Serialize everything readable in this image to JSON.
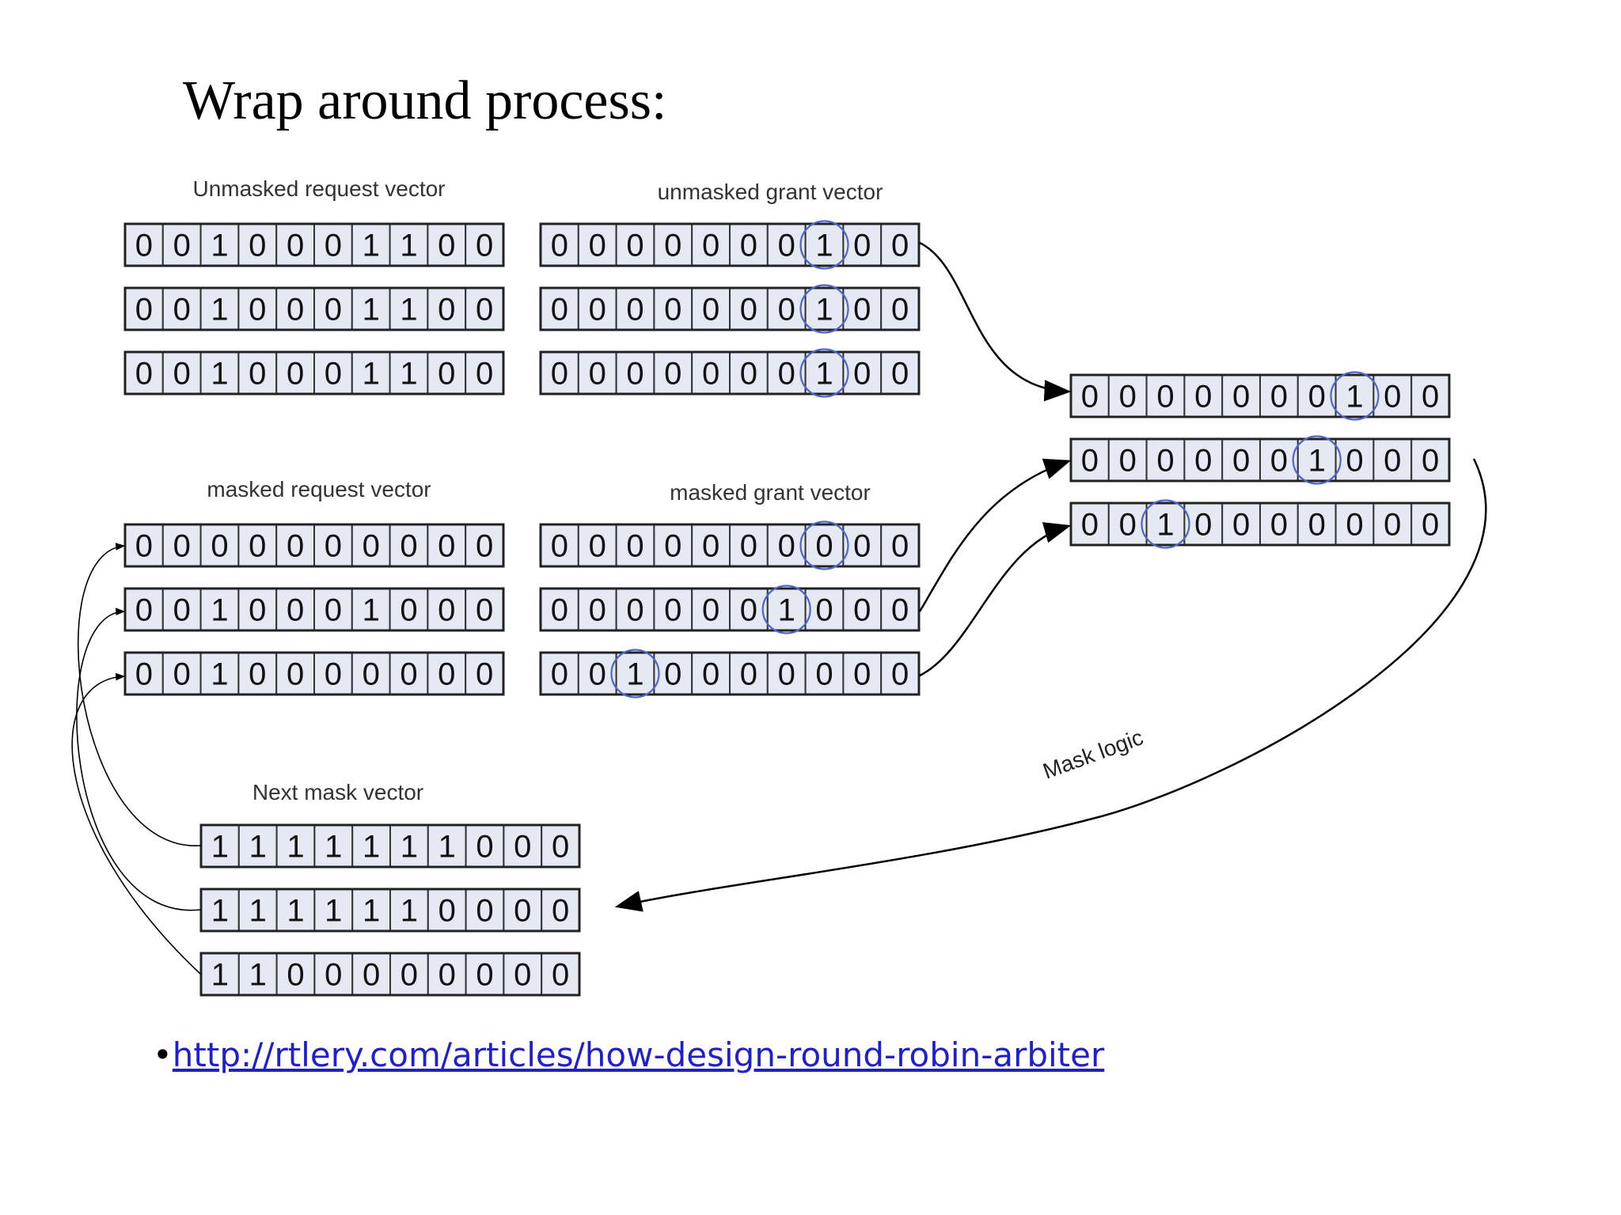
{
  "title": "Wrap around process:",
  "bullet": "•",
  "link_text": "http://rtlery.com/articles/how-design-round-robin-arbiter",
  "mask_logic_label": "Mask logic",
  "groups": {
    "unmasked_request": {
      "label": "Unmasked request vector",
      "rows": [
        [
          "0",
          "0",
          "1",
          "0",
          "0",
          "0",
          "1",
          "1",
          "0",
          "0"
        ],
        [
          "0",
          "0",
          "1",
          "0",
          "0",
          "0",
          "1",
          "1",
          "0",
          "0"
        ],
        [
          "0",
          "0",
          "1",
          "0",
          "0",
          "0",
          "1",
          "1",
          "0",
          "0"
        ]
      ],
      "circles": []
    },
    "unmasked_grant": {
      "label": "unmasked grant vector",
      "rows": [
        [
          "0",
          "0",
          "0",
          "0",
          "0",
          "0",
          "0",
          "1",
          "0",
          "0"
        ],
        [
          "0",
          "0",
          "0",
          "0",
          "0",
          "0",
          "0",
          "1",
          "0",
          "0"
        ],
        [
          "0",
          "0",
          "0",
          "0",
          "0",
          "0",
          "0",
          "1",
          "0",
          "0"
        ]
      ],
      "circles": [
        [
          0,
          7
        ],
        [
          1,
          7
        ],
        [
          2,
          7
        ]
      ]
    },
    "masked_request": {
      "label": "masked request vector",
      "rows": [
        [
          "0",
          "0",
          "0",
          "0",
          "0",
          "0",
          "0",
          "0",
          "0",
          "0"
        ],
        [
          "0",
          "0",
          "1",
          "0",
          "0",
          "0",
          "1",
          "0",
          "0",
          "0"
        ],
        [
          "0",
          "0",
          "1",
          "0",
          "0",
          "0",
          "0",
          "0",
          "0",
          "0"
        ]
      ],
      "circles": []
    },
    "masked_grant": {
      "label": "masked grant vector",
      "rows": [
        [
          "0",
          "0",
          "0",
          "0",
          "0",
          "0",
          "0",
          "0",
          "0",
          "0"
        ],
        [
          "0",
          "0",
          "0",
          "0",
          "0",
          "0",
          "1",
          "0",
          "0",
          "0"
        ],
        [
          "0",
          "0",
          "1",
          "0",
          "0",
          "0",
          "0",
          "0",
          "0",
          "0"
        ]
      ],
      "circles": [
        [
          0,
          7
        ],
        [
          1,
          6
        ],
        [
          2,
          2
        ]
      ]
    },
    "final_grant": {
      "label": "",
      "rows": [
        [
          "0",
          "0",
          "0",
          "0",
          "0",
          "0",
          "0",
          "1",
          "0",
          "0"
        ],
        [
          "0",
          "0",
          "0",
          "0",
          "0",
          "0",
          "1",
          "0",
          "0",
          "0"
        ],
        [
          "0",
          "0",
          "1",
          "0",
          "0",
          "0",
          "0",
          "0",
          "0",
          "0"
        ]
      ],
      "circles": [
        [
          0,
          7
        ],
        [
          1,
          6
        ],
        [
          2,
          2
        ]
      ]
    },
    "next_mask": {
      "label": "Next mask vector",
      "rows": [
        [
          "1",
          "1",
          "1",
          "1",
          "1",
          "1",
          "1",
          "0",
          "0",
          "0"
        ],
        [
          "1",
          "1",
          "1",
          "1",
          "1",
          "1",
          "0",
          "0",
          "0",
          "0"
        ],
        [
          "1",
          "1",
          "0",
          "0",
          "0",
          "0",
          "0",
          "0",
          "0",
          "0"
        ]
      ],
      "circles": []
    }
  },
  "colors": {
    "cell_fill": "#e4e9f4",
    "cell_stroke": "#333333",
    "circle": "#4d66cc",
    "link": "#1f1fd0"
  }
}
